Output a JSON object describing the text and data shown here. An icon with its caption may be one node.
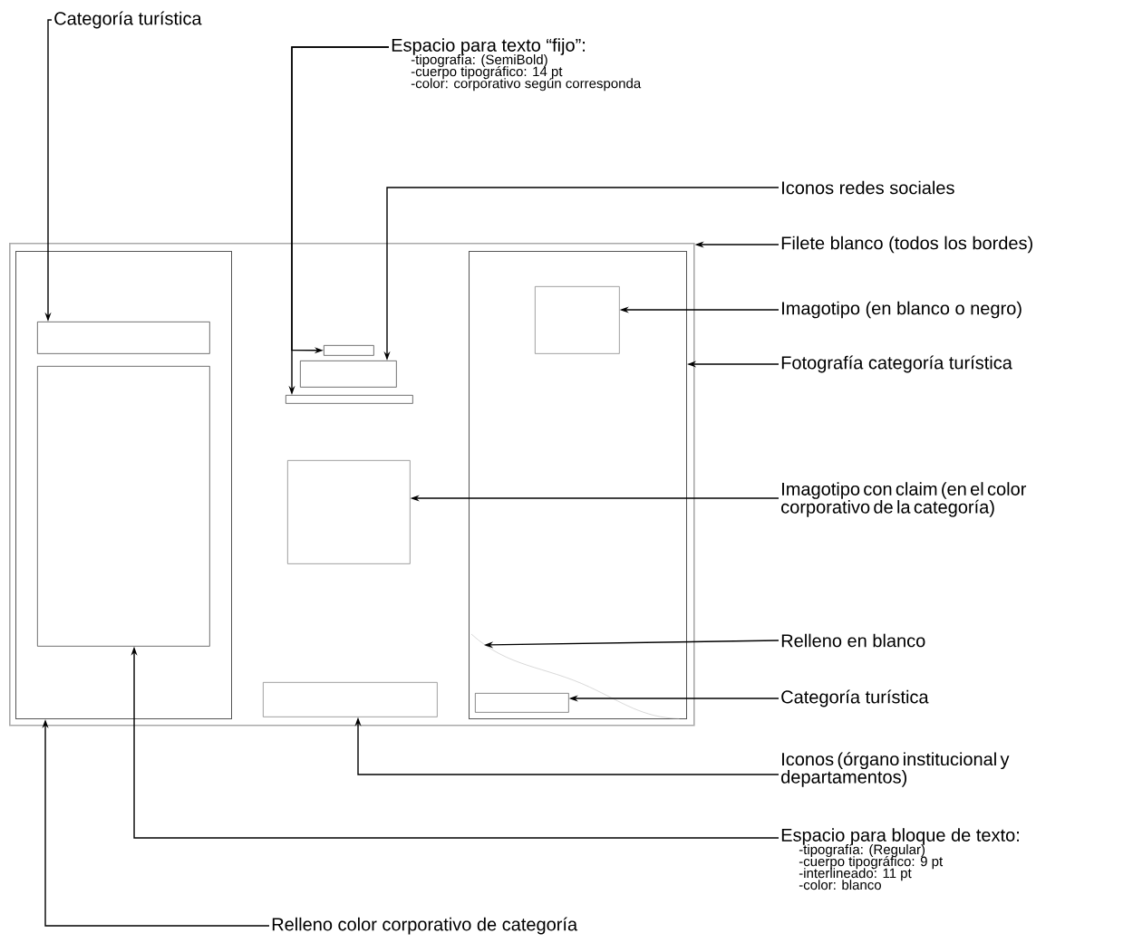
{
  "diagram": {
    "nodes": [
      {
        "text": [
          "Categoría turística"
        ]
      },
      {
        "text": [
          "Espacio para texto “fijo”:",
          "-tipografía: (SemiBold)",
          "-cuerpo tipográfico: 14 pt",
          "-color: corporativo según corresponda"
        ]
      },
      {
        "text": [
          "Iconos redes sociales"
        ]
      },
      {
        "text": [
          "Filete blanco (todos los bordes)"
        ]
      },
      {
        "text": [
          "Imagotipo (en blanco o negro)"
        ]
      },
      {
        "text": [
          "Fotografía categoría turística"
        ]
      },
      {
        "text": [],
        "shape": "box"
      },
      {
        "text": [],
        "shape": "box",
        "in": 6
      },
      {
        "text": [],
        "shape": "box",
        "in": 7
      },
      {
        "text": [],
        "shape": "box",
        "in": 7
      },
      {
        "text": [],
        "shape": "box",
        "in": 6
      },
      {
        "text": [],
        "shape": "box",
        "in": 6
      },
      {
        "text": [],
        "shape": "box",
        "in": 6
      },
      {
        "text": [],
        "shape": "box",
        "in": 6
      },
      {
        "text": [],
        "shape": "box",
        "in": 6
      },
      {
        "text": [],
        "shape": "box",
        "in": 6
      },
      {
        "text": [],
        "shape": "box",
        "in": 15
      },
      {
        "text": [],
        "shape": "curve",
        "in": 15
      },
      {
        "text": [],
        "shape": "box",
        "in": 15
      },
      {
        "text": [
          "Imagotipo con claim (en el color corporativo de la categoría)"
        ]
      },
      {
        "text": [
          "Relleno en blanco"
        ]
      },
      {
        "text": [
          "Categoría turística"
        ]
      },
      {
        "text": [
          "Iconos (órgano institucional y departamentos)"
        ]
      },
      {
        "text": [
          "Espacio para bloque de texto:",
          "-tipografía: (Regular)",
          "-cuerpo tipográfico: 9 pt",
          "-interlineado: 11 pt",
          "-color: blanco"
        ]
      },
      {
        "text": [
          "Relleno color corporativo de categoría"
        ]
      }
    ],
    "edges": [
      {
        "from": 0,
        "to": 8,
        "arrow": "to"
      },
      {
        "from": 1,
        "to": 10,
        "arrow": "to"
      },
      {
        "from": 1,
        "to": 12,
        "arrow": "to"
      },
      {
        "from": 2,
        "to": 11,
        "arrow": "to"
      },
      {
        "from": 3,
        "to": 6,
        "arrow": "to"
      },
      {
        "from": 4,
        "to": 16,
        "arrow": "to"
      },
      {
        "from": 5,
        "to": 15,
        "arrow": "to"
      },
      {
        "from": 19,
        "to": 13,
        "arrow": "to"
      },
      {
        "from": 20,
        "to": 17,
        "arrow": "to"
      },
      {
        "from": 21,
        "to": 18,
        "arrow": "to"
      },
      {
        "from": 22,
        "to": 14,
        "arrow": "to"
      },
      {
        "from": 23,
        "to": 9,
        "arrow": "to"
      },
      {
        "from": 24,
        "to": 7,
        "arrow": "to"
      }
    ]
  }
}
